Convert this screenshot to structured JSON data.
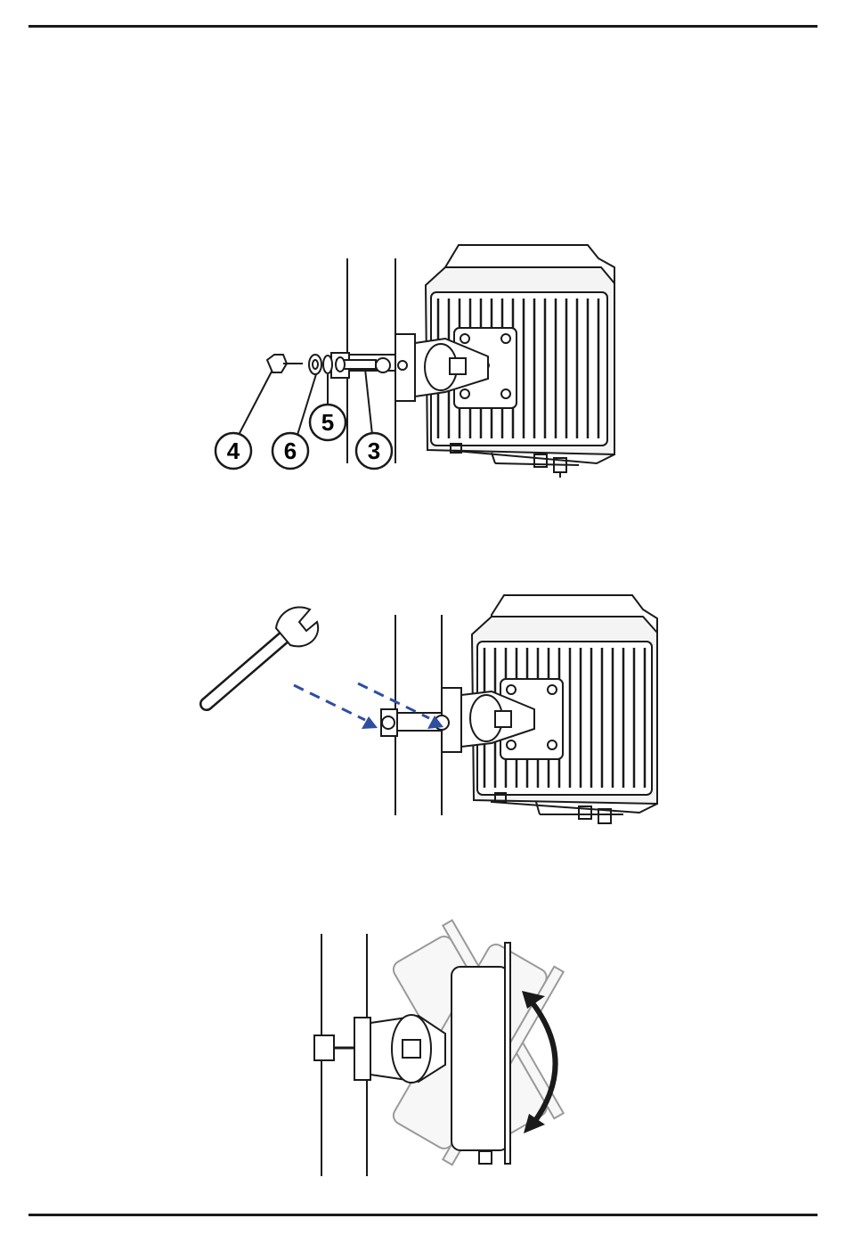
{
  "figures": [
    {
      "callouts": [
        "4",
        "6",
        "5",
        "3"
      ]
    },
    {},
    {}
  ],
  "colors": {
    "line": "#1a1a1a",
    "arrow": "#2f4ea0",
    "ghost": "#9a9a9a"
  }
}
